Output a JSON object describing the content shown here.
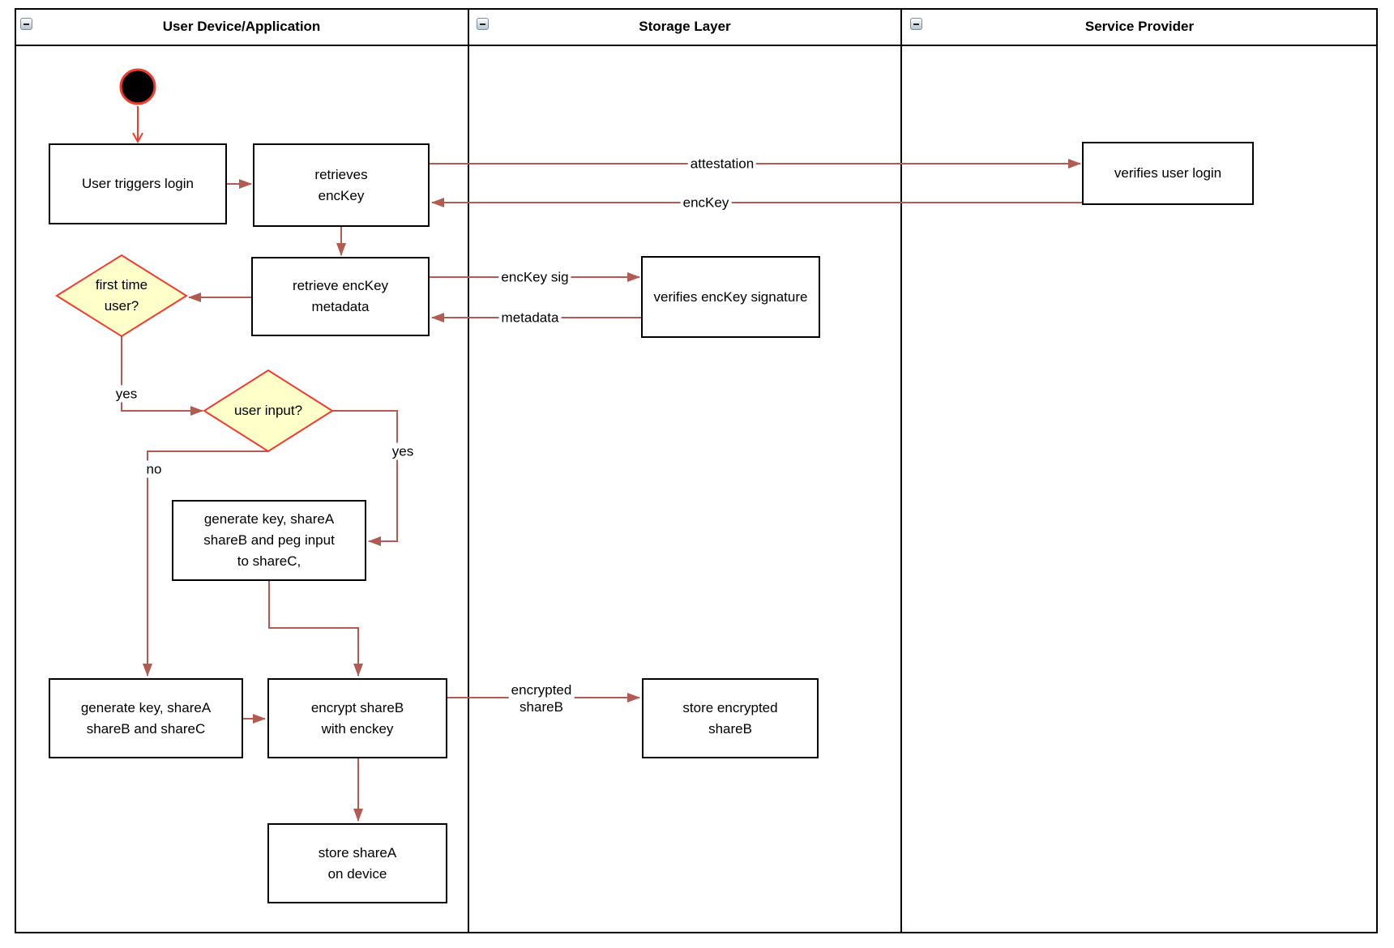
{
  "lanes": [
    {
      "title": "User Device/Application"
    },
    {
      "title": "Storage Layer"
    },
    {
      "title": "Service Provider"
    }
  ],
  "nodes": {
    "user_triggers_login": "User triggers login",
    "retrieves_enckey": "retrieves\nencKey",
    "verifies_user_login": "verifies user login",
    "retrieve_enckey_metadata": "retrieve encKey\nmetadata",
    "verifies_enckey_signature": "verifies encKey signature",
    "first_time_user": "first time\nuser?",
    "user_input": "user input?",
    "generate_peg": "generate key, shareA\nshareB and peg input\nto shareC,",
    "generate_abc": "generate key, shareA\nshareB and shareC",
    "encrypt_shareb": "encrypt shareB\nwith enckey",
    "store_encrypted_shareb": "store encrypted\nshareB",
    "store_sharea": "store shareA\non device"
  },
  "edge_labels": {
    "attestation": "attestation",
    "enckey": "encKey",
    "enckey_sig": "encKey sig",
    "metadata": "metadata",
    "yes_first": "yes",
    "yes_input": "yes",
    "no_input": "no",
    "encrypted_shareb": "encrypted\nshareB"
  },
  "icons": {
    "collapse": "minus"
  },
  "colors": {
    "connector": "#B25B52",
    "accent_red": "#F23B2F",
    "decision_fill": "#FFFFC9",
    "node_border": "#000000",
    "background": "#FFFFFF"
  }
}
